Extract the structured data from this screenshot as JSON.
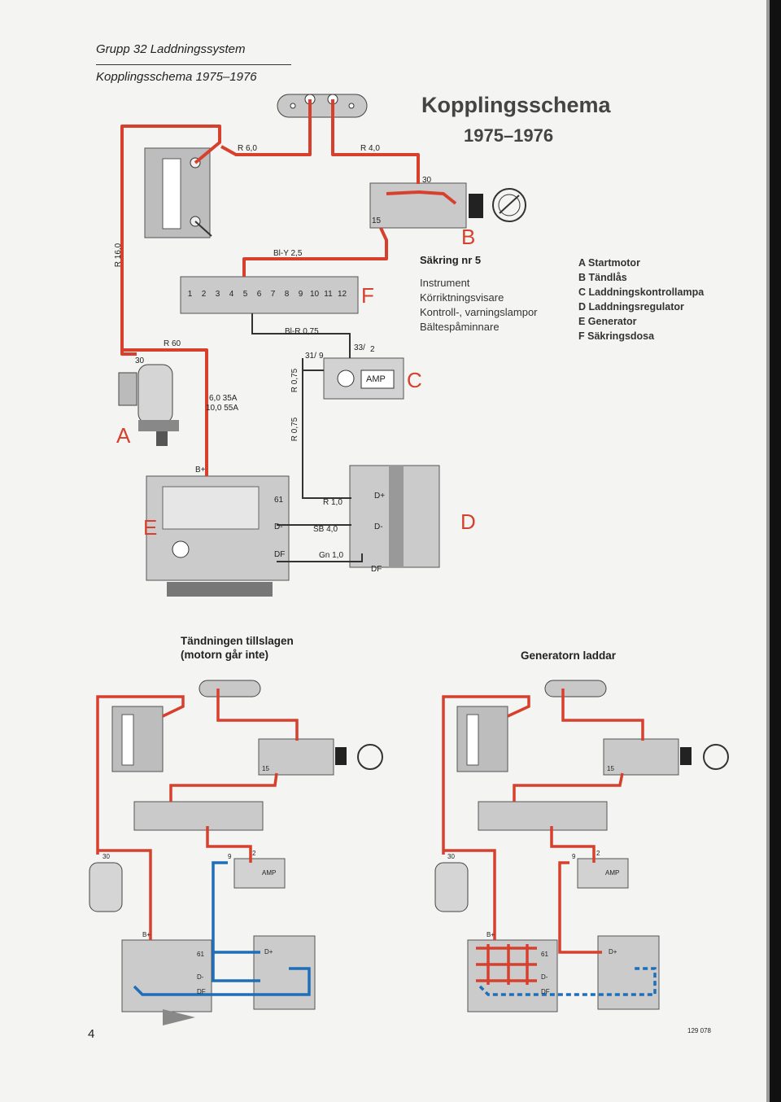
{
  "header": {
    "group": "Grupp 32 Laddningssystem",
    "subtitle": "Kopplingsschema 1975–1976"
  },
  "title": "Kopplingsschema",
  "years": "1975–1976",
  "component_letters": {
    "a": "A",
    "b": "B",
    "c": "C",
    "d": "D",
    "e": "E",
    "f": "F"
  },
  "wire_labels": {
    "r60_top": "R 6,0",
    "r40_top": "R 4,0",
    "r160": "R 16,0",
    "bly": "Bl-Y 2,5",
    "blr": "Bl-R 0,75",
    "r60_left": "R 60",
    "r075_a": "R 0,75",
    "r075_b": "R 0,75",
    "r10": "R 1,0",
    "sb40": "SB 4,0",
    "gn10": "Gn 1,0"
  },
  "terminals": {
    "t30_ign": "30",
    "t15": "15",
    "t30_start": "30",
    "t31": "31/",
    "t9": "9",
    "t33": "33/",
    "t2": "2",
    "b_plus": "B+",
    "t61": "61",
    "d_minus_gen": "D-",
    "df_gen": "DF",
    "d_plus": "D+",
    "d_minus_reg": "D-",
    "df_reg": "DF"
  },
  "rating": {
    "line1": "6,0 35A",
    "line2": "10,0 55A"
  },
  "amp_label": "AMP",
  "fuse_numbers": [
    "1",
    "2",
    "3",
    "4",
    "5",
    "6",
    "7",
    "8",
    "9",
    "10",
    "11",
    "12"
  ],
  "fuse_info": {
    "title": "Säkring nr 5",
    "items": [
      "Instrument",
      "Körriktningsvisare",
      "Kontroll-, varningslampor",
      "Bältespåminnare"
    ]
  },
  "legend": [
    "A Startmotor",
    "B Tändlås",
    "C Laddningskontrollampa",
    "D Laddningsregulator",
    "E Generator",
    "F Säkringsdosa"
  ],
  "captions": {
    "left_line1": "Tändningen tillslagen",
    "left_line2": "(motorn går inte)",
    "right": "Generatorn laddar"
  },
  "small_diagrams": {
    "t15": "15",
    "t30": "30",
    "t9": "9",
    "t2": "2",
    "b_plus": "B+",
    "t61": "61",
    "d_minus": "D-",
    "df": "DF",
    "d_plus": "D+",
    "amp": "AMP"
  },
  "page_number": "4",
  "figure_code": "129 078",
  "colors": {
    "wire_red": "#d8402e",
    "current_blue": "#1f6fb8",
    "component_gray": "#cfcfcf"
  }
}
